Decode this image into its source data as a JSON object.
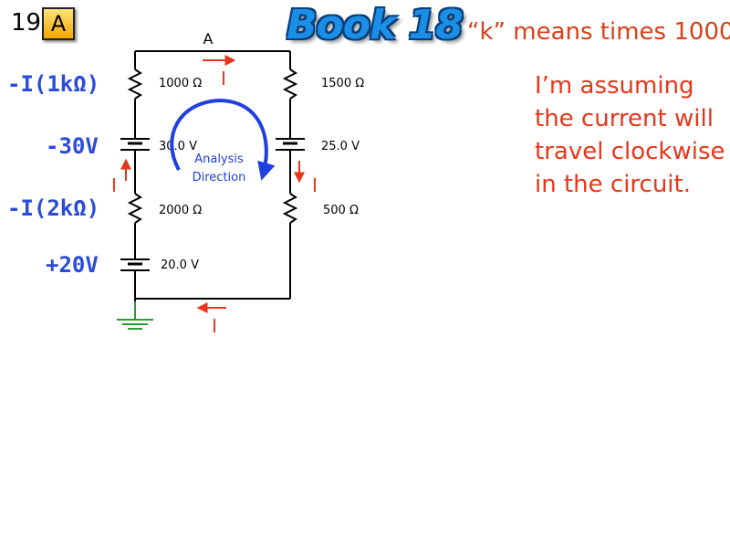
{
  "header": {
    "slide_number": "19",
    "answer_badge": "A",
    "book_title": "Book 18",
    "k_note": "“k” means times 1000"
  },
  "assumption_note": "I’m assuming the current will travel clockwise in the circuit.",
  "equation_terms": [
    "-I(1kΩ)",
    "-30V",
    "-I(2kΩ)",
    "+20V"
  ],
  "circuit": {
    "node_label": "A",
    "components": [
      {
        "id": "r1",
        "kind": "resistor",
        "branch": "left",
        "label": "1000 Ω"
      },
      {
        "id": "b1",
        "kind": "battery",
        "branch": "left",
        "label": "30.0 V"
      },
      {
        "id": "r2",
        "kind": "resistor",
        "branch": "left",
        "label": "2000 Ω"
      },
      {
        "id": "b2",
        "kind": "battery",
        "branch": "left",
        "label": "20.0 V"
      },
      {
        "id": "r3",
        "kind": "resistor",
        "branch": "right",
        "label": "1500 Ω"
      },
      {
        "id": "b3",
        "kind": "battery",
        "branch": "right",
        "label": "25.0 V"
      },
      {
        "id": "r4",
        "kind": "resistor",
        "branch": "right",
        "label": "500 Ω"
      }
    ],
    "analysis_label": [
      "Analysis",
      "Direction"
    ],
    "current_label": "I",
    "ground": "ground-symbol"
  },
  "colors": {
    "equation": "#2a4bd8",
    "current": "#e8361a",
    "analysis_arrow": "#1f3fe0",
    "ground": "#2e9b3a",
    "title": "#1b8fe6",
    "badge": "#f6b800"
  }
}
